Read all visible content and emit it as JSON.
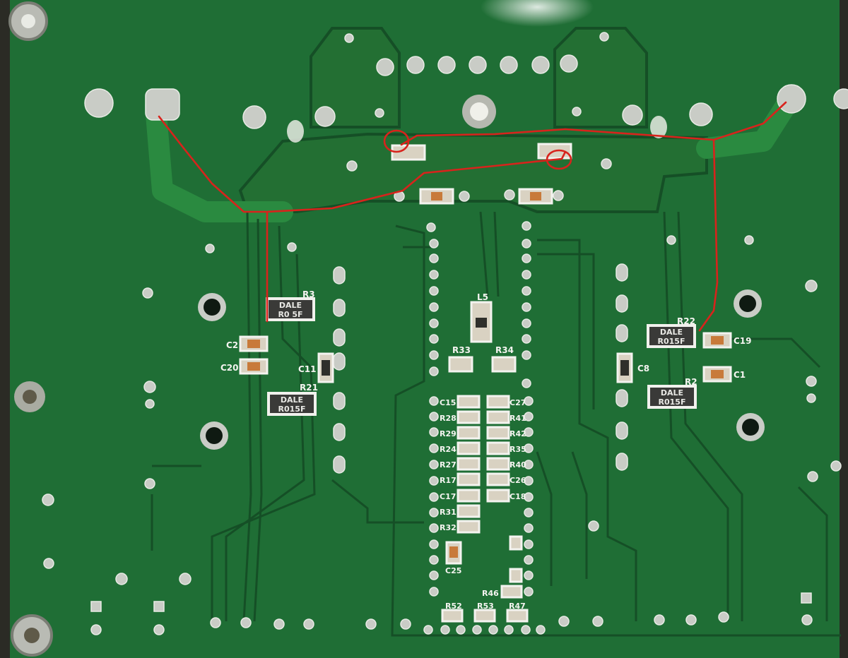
{
  "image": {
    "subject": "green printed circuit board, solder side",
    "colors": {
      "board": "#1f6e35",
      "copper_pour": "#2a8a40",
      "silkscreen": "#f4f4f0",
      "rework_wire": "#d8231c",
      "solder": "#c9ccc6"
    }
  },
  "labels": {
    "R3": "R3",
    "R21": "R21",
    "R22": "R22",
    "R2": "R2",
    "C2": "C2",
    "C20": "C20",
    "C11": "C11",
    "C8": "C8",
    "C19": "C19",
    "C1": "C1",
    "L5": "L5",
    "R33": "R33",
    "R34": "R34",
    "C15": "C15",
    "R28": "R28",
    "R29": "R29",
    "R24": "R24",
    "R27": "R27",
    "R17": "R17",
    "C17": "C17",
    "R31": "R31",
    "R32": "R32",
    "C27": "C27",
    "R41": "R41",
    "R42": "R42",
    "R35": "R35",
    "R40": "R40",
    "C26": "C26",
    "C18": "C18",
    "C25": "C25",
    "R46": "R46",
    "R52": "R52",
    "R53": "R53",
    "R47": "R47"
  },
  "shunts": {
    "r3_brand": "DALE",
    "r3_value": "R0 5F",
    "r21_brand": "DALE",
    "r21_value": "R015F",
    "r22_brand": "DALE",
    "r22_value": "R015F",
    "r2_brand": "DALE",
    "r2_value": "R015F"
  }
}
